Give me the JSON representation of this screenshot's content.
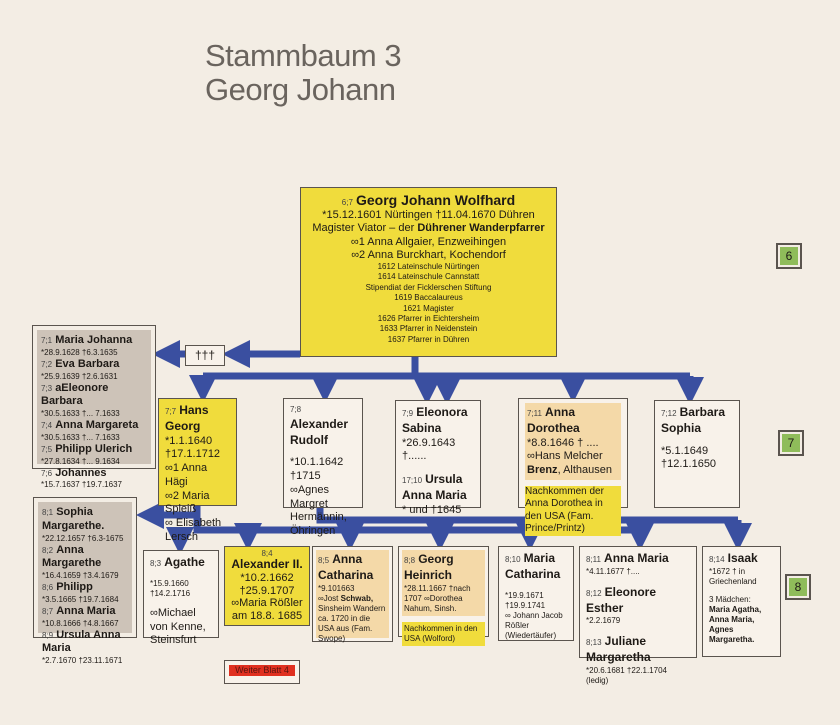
{
  "title": {
    "line1": "Stammbaum 3",
    "line2": "Georg Johann"
  },
  "main": {
    "num": "6;7",
    "name": "Georg Johann Wolfhard",
    "dates": "*15.12.1601 Nürtingen    †11.04.1670 Dühren",
    "title_pre": "Magister Viator – der ",
    "title_bold": "Dührener Wanderpfarrer",
    "m1": "∞1 Anna Allgaier, Enzweihingen",
    "m2": "∞2 Anna Burckhart, Kochendorf",
    "career": [
      "1612 Lateinschule Nürtingen",
      "1614 Lateinschule Cannstatt",
      "Stipendiat der Ficklerschen Stiftung",
      "1619 Baccalaureus",
      "1621 Magister",
      "1626 Pfarrer in Eichtersheim",
      "1633 Pfarrer in Neidenstein",
      "1637 Pfarrer in Dühren"
    ]
  },
  "crosses": "†††",
  "badges": [
    "6",
    "7",
    "8"
  ],
  "gen7_deceased": [
    {
      "num": "7;1",
      "name": "Maria Johanna",
      "dates": "*28.9.1628 †6.3.1635"
    },
    {
      "num": "7;2",
      "name": "Eva Barbara",
      "dates": "*25.9.1639 †2.6.1631"
    },
    {
      "num": "7;3",
      "name": "aEleonore Barbara",
      "dates": "*30.5.1633 †... 7.1633"
    },
    {
      "num": "7;4",
      "name": "Anna Margareta",
      "dates": "*30.5.1633 †... 7.1633"
    },
    {
      "num": "7;5",
      "name": "Philipp Ulerich",
      "dates": "*27.8.1634 †... 9.1634"
    },
    {
      "num": "7;6",
      "name": "Johannes",
      "dates": "*15.7.1637 †19.7.1637"
    }
  ],
  "p77": {
    "num": "7;7",
    "name": "Hans Georg",
    "lines": [
      "*1.1.1640",
      "†17.1.1712",
      "∞1 Anna Hägi",
      "∞2 Maria Spleiß",
      "∞ Elisabeth Lersch"
    ]
  },
  "p78": {
    "num": "7;8",
    "name": "Alexander Rudolf",
    "lines": [
      "*10.1.1642",
      "†1715",
      "∞Agnes Margret Hermännin, Öhringen"
    ]
  },
  "p79": {
    "num": "7;9",
    "name": "Eleonora Sabina",
    "lines": [
      "*26.9.1643",
      "†......"
    ],
    "num2": "17;10",
    "name2": "Ursula Anna Maria",
    "lines2": "* und †1645"
  },
  "p711": {
    "num": "7;11",
    "name": "Anna Dorothea",
    "l1": "*8.8.1646 † ....",
    "l2": "∞Hans Melcher",
    "l3b": "Brenz",
    "l3": ", Althausen",
    "note": "Nachkommen der Anna Dorothea in den USA (Fam. Prince/Printz)"
  },
  "p712": {
    "num": "7;12",
    "name": "Barbara Sophia",
    "lines": [
      "*5.1.1649",
      "†12.1.1650"
    ]
  },
  "gen8_deceased": [
    {
      "num": "8;1",
      "name": "Sophia Margarethe.",
      "dates": "*22.12.1657 †6.3-1675"
    },
    {
      "num": "8;2",
      "name": "Anna Margarethe",
      "dates": "*16.4.1659 †3.4.1679"
    },
    {
      "num": "8;6",
      "name": "Philipp",
      "dates": "*3.5.1665 †19.7.1684"
    },
    {
      "num": "8;7",
      "name": "Anna Maria",
      "dates": "*10.8.1666 †4.8.1667"
    },
    {
      "num": "8;9",
      "name": "Ursula Anna Maria",
      "dates": "*2.7.1670 †23.11.1671"
    }
  ],
  "p83": {
    "num": "8;3",
    "name": "Agathe",
    "d1": "*15.9.1660",
    "d2": "†14.2.1716",
    "m": "∞Michael von Kenne, Steinsfurt"
  },
  "p84": {
    "num": "8;4",
    "name": "Alexander II.",
    "lines": [
      "*10.2.1662",
      "†25.9.1707",
      "∞Maria Rößler am 18.8. 1685"
    ],
    "link": "Weiter Blatt 4"
  },
  "p85": {
    "num": "8;5",
    "name": "Anna Catharina",
    "d": "*9.101663",
    "m_pre": "∞Jost ",
    "m_bold": "Schwab,",
    "rest": "Sinsheim Wandern ca. 1720 in die USA aus (Fam. Swope)"
  },
  "p88": {
    "num": "8;8",
    "name": "Georg Heinrich",
    "d": "*28.11.1667 †nach 1707 ∞Dorothea Nahum, Sinsh.",
    "note": "Nachkommen in den USA (Wolford)"
  },
  "p810": {
    "num": "8;10",
    "name": "Maria Catharina",
    "lines": [
      "*19.9.1671",
      "†19.9.1741",
      "∞ Johann Jacob Rößler (Wiedertäufer)"
    ]
  },
  "p811": [
    {
      "num": "8;11",
      "name": "Anna Maria",
      "d": "*4.11.1677 †...."
    },
    {
      "num": "8;12",
      "name": "Eleonore Esther",
      "d": "*2.2.1679"
    },
    {
      "num": "8;13",
      "name": "Juliane Margaretha",
      "d": "*20.6.1681 †22.1.1704 (ledig)"
    }
  ],
  "p814": {
    "num": "8;14",
    "name": "Isaak",
    "d": "*1672 † in Griechenland",
    "girls_label": "3 Mädchen:",
    "girls": "Maria Agatha, Anna Maria, Agnes Margaretha."
  },
  "colors": {
    "arrow": "#3a4fa0",
    "yellow": "#f0dc3c",
    "badge": "#8fbc5a",
    "link": "#e03020"
  }
}
